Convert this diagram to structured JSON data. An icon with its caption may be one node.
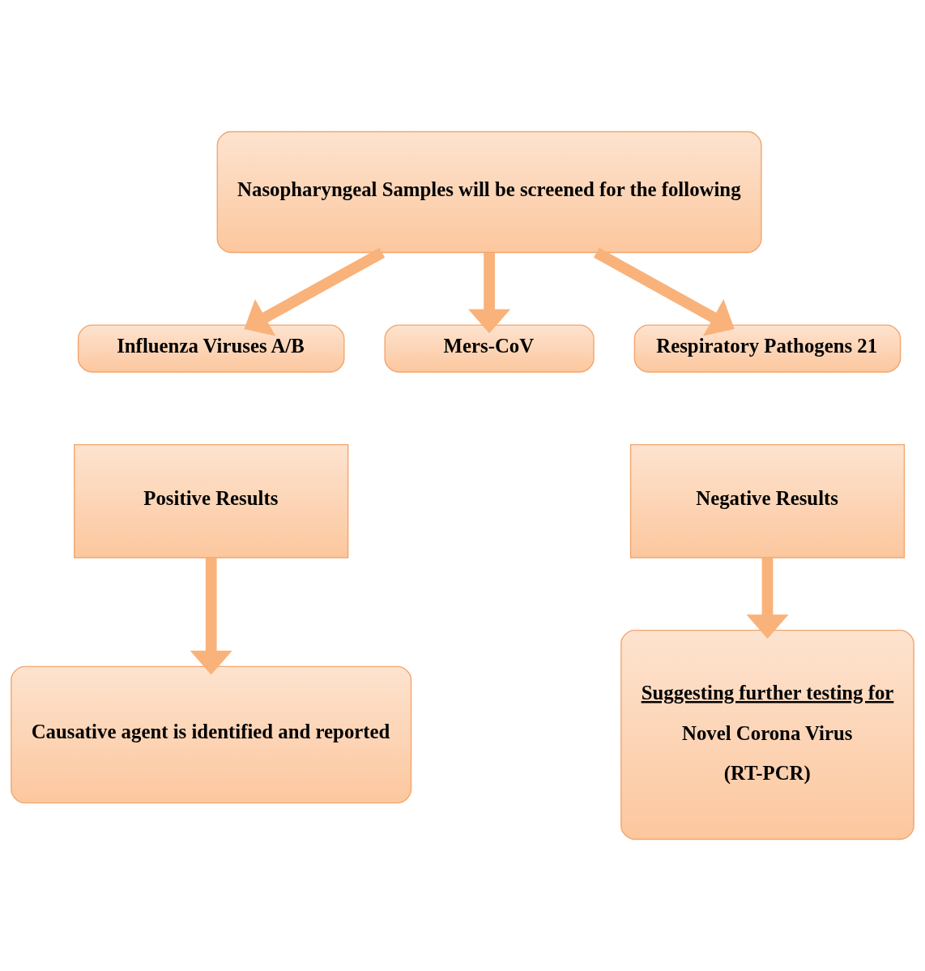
{
  "diagram": {
    "nodes": [
      {
        "text": [
          "Nasopharyngeal Samples will be screened for the following"
        ]
      },
      {
        "text": [
          "Influenza Viruses A/B"
        ]
      },
      {
        "text": [
          "Mers-CoV"
        ]
      },
      {
        "text": [
          "Respiratory Pathogens 21"
        ]
      },
      {
        "text": [
          "Positive Results"
        ]
      },
      {
        "text": [
          "Negative Results"
        ]
      },
      {
        "text": [
          "Causative agent is identified and reported"
        ]
      },
      {
        "text": [
          "Suggesting further testing for",
          "Novel Corona Virus",
          "(RT-PCR)"
        ]
      }
    ],
    "edges": [
      {
        "from": 0,
        "to": 1,
        "arrow": "to"
      },
      {
        "from": 0,
        "to": 2,
        "arrow": "to"
      },
      {
        "from": 0,
        "to": 3,
        "arrow": "to"
      },
      {
        "from": 4,
        "to": 6,
        "arrow": "to"
      },
      {
        "from": 5,
        "to": 7,
        "arrow": "to"
      }
    ]
  }
}
